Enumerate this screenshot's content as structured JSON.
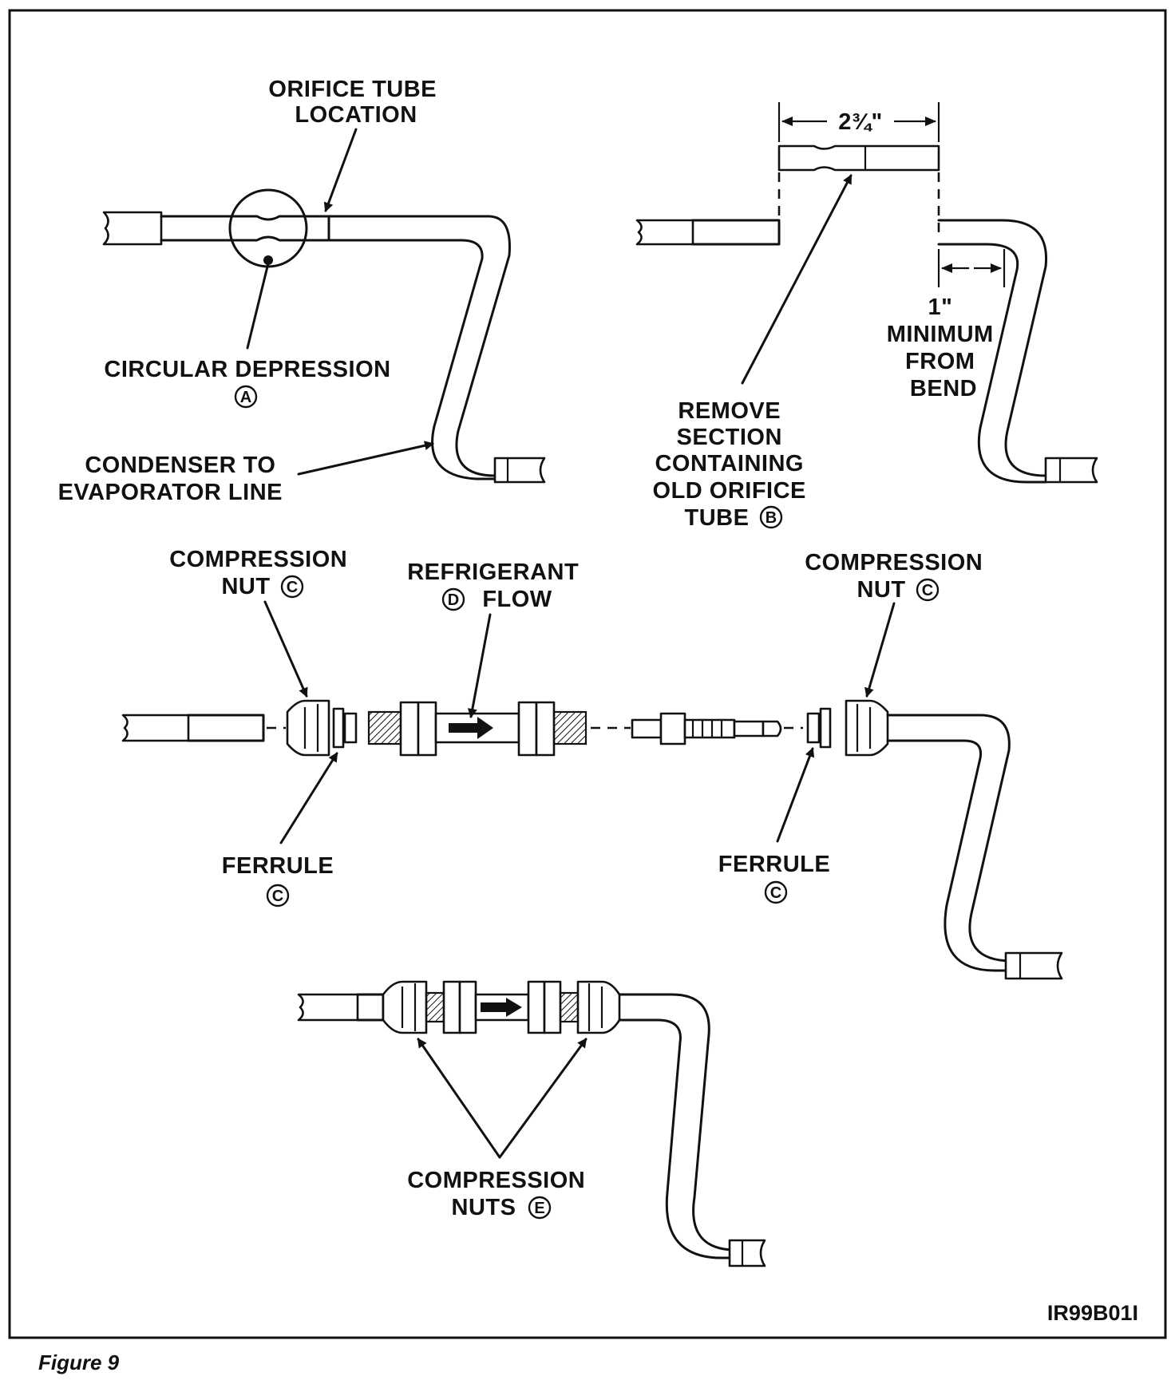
{
  "figure_caption": "Figure 9",
  "figure_code": "IR99B01I",
  "labels": {
    "orifice_tube_location": [
      "ORIFICE TUBE",
      "LOCATION"
    ],
    "circular_depression": "CIRCULAR DEPRESSION",
    "condenser_line": [
      "CONDENSER TO",
      "EVAPORATOR LINE"
    ],
    "dimension_2_75": "2¾\"",
    "one_inch": "1\"",
    "minimum_from_bend": [
      "MINIMUM",
      "FROM",
      "BEND"
    ],
    "remove_section": [
      "REMOVE",
      "SECTION",
      "CONTAINING",
      "OLD ORIFICE",
      "TUBE"
    ],
    "compression_nut_left": [
      "COMPRESSION",
      "NUT"
    ],
    "refrigerant_flow": [
      "REFRIGERANT",
      "FLOW"
    ],
    "compression_nut_right": [
      "COMPRESSION",
      "NUT"
    ],
    "ferrule_left": "FERRULE",
    "ferrule_right": "FERRULE",
    "compression_nuts": [
      "COMPRESSION",
      "NUTS"
    ]
  },
  "callout_letters": {
    "a": "A",
    "b": "B",
    "c": "C",
    "d": "D",
    "e": "E"
  }
}
